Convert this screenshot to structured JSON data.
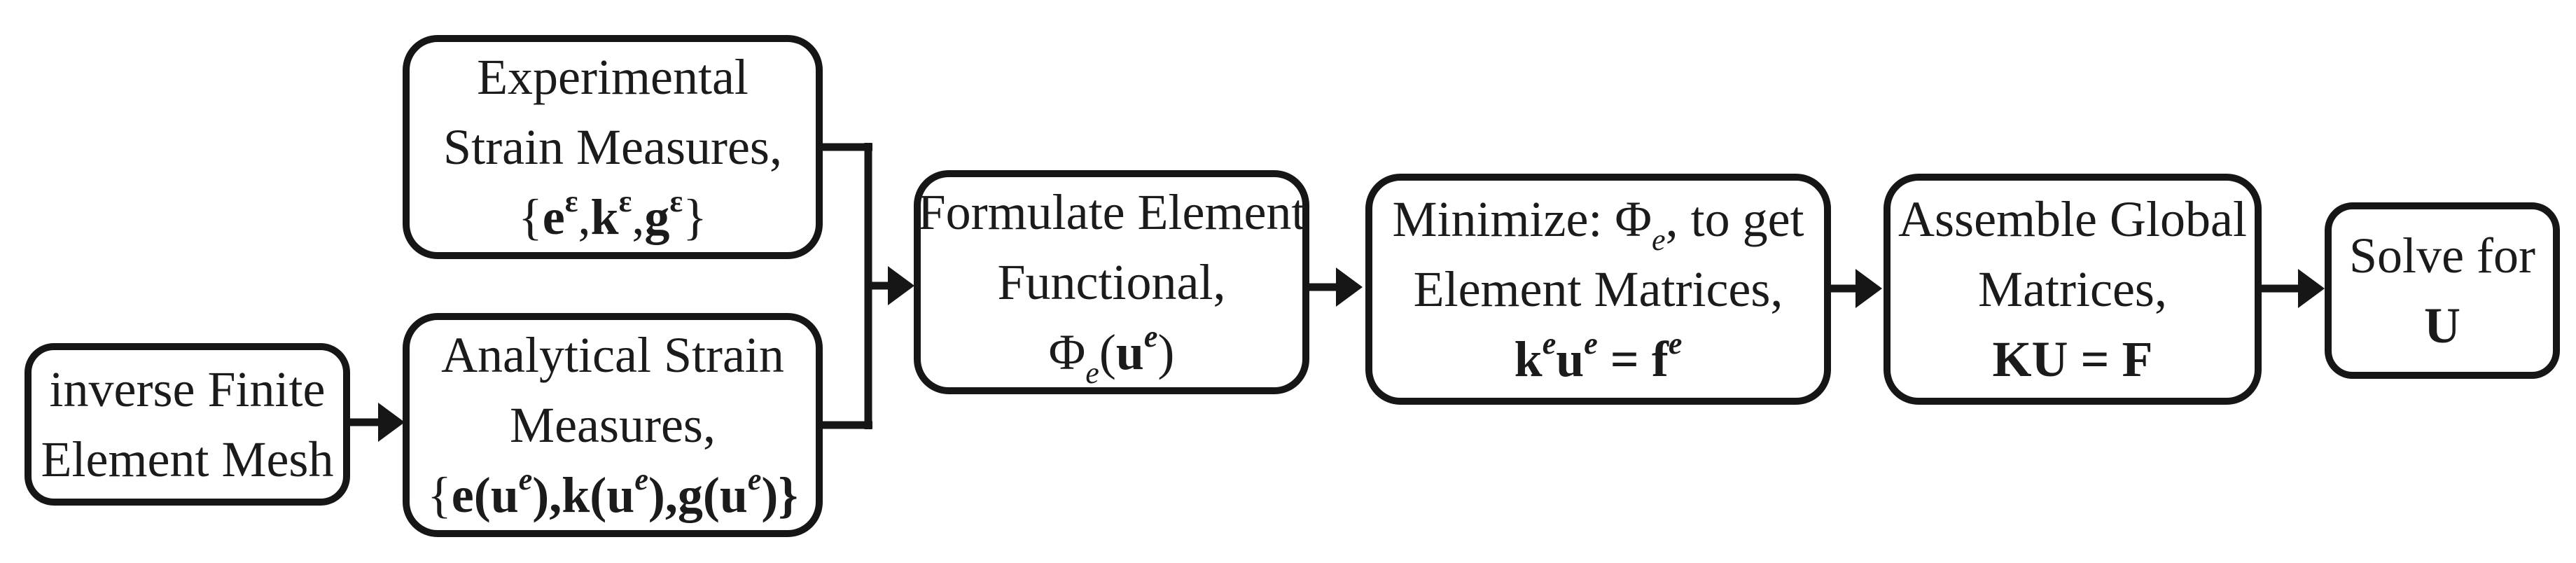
{
  "nodes": {
    "mesh": {
      "line1": "inverse Finite",
      "line2": "Element Mesh"
    },
    "experimental": {
      "line1": "Experimental",
      "line2": "Strain Measures,",
      "formula": {
        "open": "{",
        "e": "e",
        "e_sup": "ε",
        "c1": ",",
        "k": "k",
        "k_sup": "ε",
        "c2": ",",
        "g": "g",
        "g_sup": "ε",
        "close": "}"
      }
    },
    "analytical": {
      "line1": "Analytical Strain",
      "line2": "Measures,",
      "formula": {
        "open": "{",
        "e": "e(",
        "e_arg": "u",
        "e_sup": "e",
        "e_close": "),",
        "k": "k(",
        "k_arg": "u",
        "k_sup": "e",
        "k_close": "),",
        "g": "g(",
        "g_arg": "u",
        "g_sup": "e",
        "g_close": ")}"
      }
    },
    "formulate": {
      "line1": "Formulate Element",
      "line2": "Functional,",
      "formula": {
        "phi": "Φ",
        "phi_sub": "e",
        "open": "(",
        "u": "u",
        "u_sup": "e",
        "close": ")"
      }
    },
    "minimize": {
      "line1_pre": "Minimize: ",
      "line1_phi": "Φ",
      "line1_sub": "e",
      "line1_post": ", to get",
      "line2": "Element Matrices,",
      "formula": {
        "k": "k",
        "k_sup": "e",
        "u": "u",
        "u_sup": "e",
        "eq": " = ",
        "f": "f",
        "f_sup": "e"
      }
    },
    "assemble": {
      "line1": "Assemble Global",
      "line2": "Matrices,",
      "formula": {
        "ku": "KU",
        "eq": " = ",
        "f": "F"
      }
    },
    "solve": {
      "line1": "Solve for",
      "line2": "U"
    }
  },
  "edges": [
    {
      "from": "inverse Finite Element Mesh",
      "to": "Analytical Strain Measures"
    },
    {
      "from": "Experimental Strain Measures",
      "to": "Formulate Element Functional"
    },
    {
      "from": "Analytical Strain Measures",
      "to": "Formulate Element Functional"
    },
    {
      "from": "Formulate Element Functional",
      "to": "Minimize: Φe, to get Element Matrices"
    },
    {
      "from": "Minimize: Φe, to get Element Matrices",
      "to": "Assemble Global Matrices"
    },
    {
      "from": "Assemble Global Matrices",
      "to": "Solve for U"
    }
  ],
  "colors": {
    "background": "#ffffff",
    "stroke": "#161616",
    "text": "#1b1b1b"
  }
}
